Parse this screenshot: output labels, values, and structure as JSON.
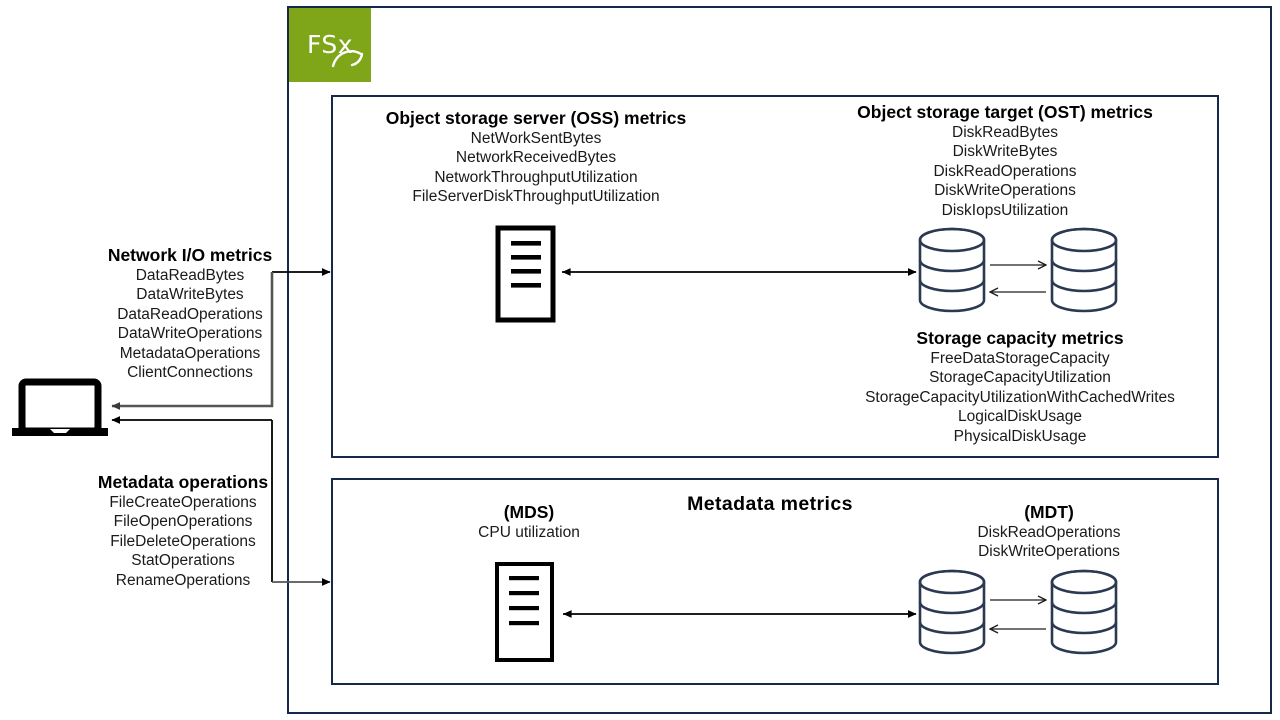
{
  "brand": {
    "logo_text": "FSx",
    "logo_color": "#7fa519",
    "frame_color": "#17294a",
    "cylinder_color": "#2b3a52"
  },
  "client": {
    "icon": "laptop-icon"
  },
  "left_blocks": [
    {
      "id": "network-io",
      "heading": "Network I/O metrics",
      "items": [
        "DataReadBytes",
        "DataWriteBytes",
        "DataReadOperations",
        "DataWriteOperations",
        "MetadataOperations",
        "ClientConnections"
      ]
    },
    {
      "id": "metadata-operations",
      "heading": "Metadata operations",
      "items": [
        "FileCreateOperations",
        "FileOpenOperations",
        "FileDeleteOperations",
        "StatOperations",
        "RenameOperations"
      ]
    }
  ],
  "storage_panel": {
    "oss": {
      "heading": "Object storage server (OSS) metrics",
      "items": [
        "NetWorkSentBytes",
        "NetworkReceivedBytes",
        "NetworkThroughputUtilization",
        "FileServerDiskThroughputUtilization"
      ],
      "icon": "server-rack-icon"
    },
    "ost": {
      "heading": "Object storage target (OST) metrics",
      "items": [
        "DiskReadBytes",
        "DiskWriteBytes",
        "DiskReadOperations",
        "DiskWriteOperations",
        "DiskIopsUtilization"
      ],
      "icon": "database-cylinder-icon"
    },
    "capacity": {
      "heading": "Storage capacity metrics",
      "items": [
        "FreeDataStorageCapacity",
        "StorageCapacityUtilization",
        "StorageCapacityUtilizationWithCachedWrites",
        "LogicalDiskUsage",
        "PhysicalDiskUsage"
      ]
    }
  },
  "metadata_panel": {
    "title": "Metadata  metrics",
    "mds": {
      "heading": "(MDS)",
      "items": [
        "CPU utilization"
      ],
      "icon": "server-rack-icon"
    },
    "mdt": {
      "heading": "(MDT)",
      "items": [
        "DiskReadOperations",
        "DiskWriteOperations"
      ],
      "icon": "database-cylinder-icon"
    }
  }
}
